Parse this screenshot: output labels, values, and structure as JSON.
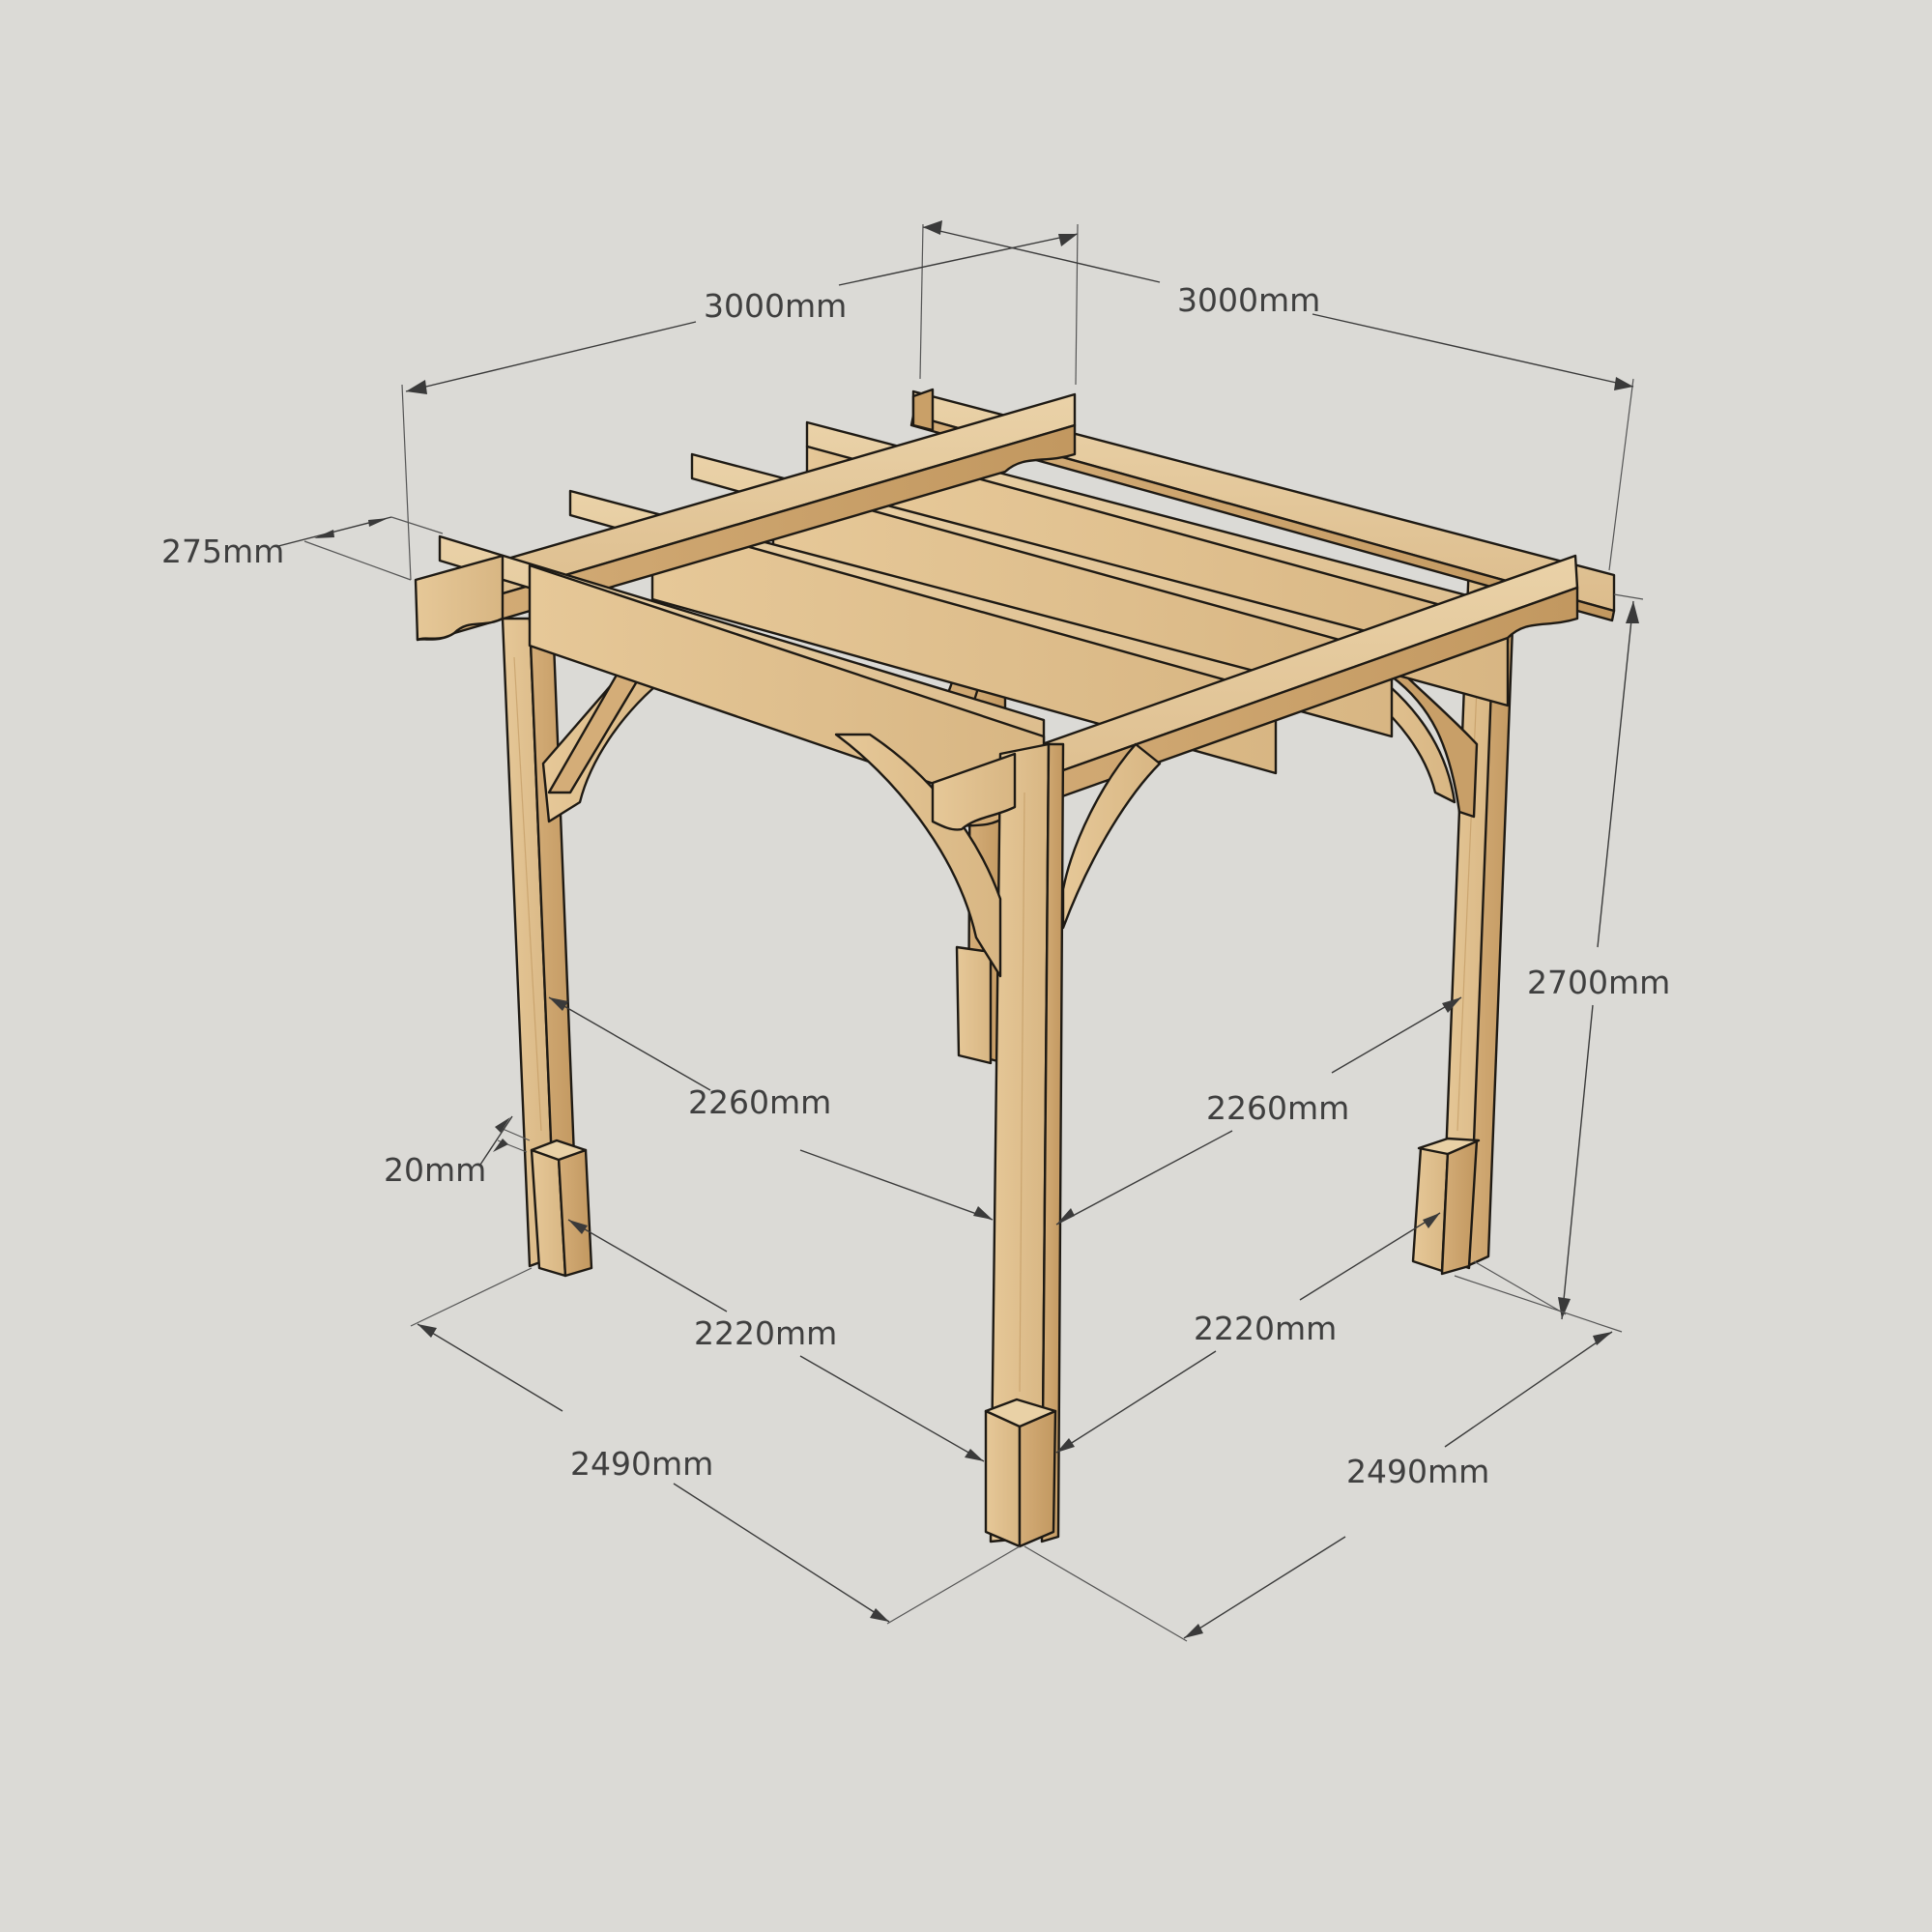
{
  "diagram": {
    "subject": "Pergola with curved knee braces, 3D dimensioned view",
    "background_color": "#dbdad6",
    "wood_colors": {
      "light_face": "#e3c596",
      "mid_face": "#d6b380",
      "dark_face": "#c49a62",
      "outline": "#1e1a14"
    },
    "dimension_color": "#3f3f3f"
  },
  "dimensions": {
    "top_width_left": "3000mm",
    "top_width_right": "3000mm",
    "beam_depth": "275mm",
    "overall_height": "2700mm",
    "post_inner_span_left": "2260mm",
    "post_inner_span_right": "2260mm",
    "base_inner_span_left": "2220mm",
    "base_inner_span_right": "2220mm",
    "base_outer_left": "2490mm",
    "base_outer_right": "2490mm",
    "sleeve_thickness": "20mm"
  }
}
